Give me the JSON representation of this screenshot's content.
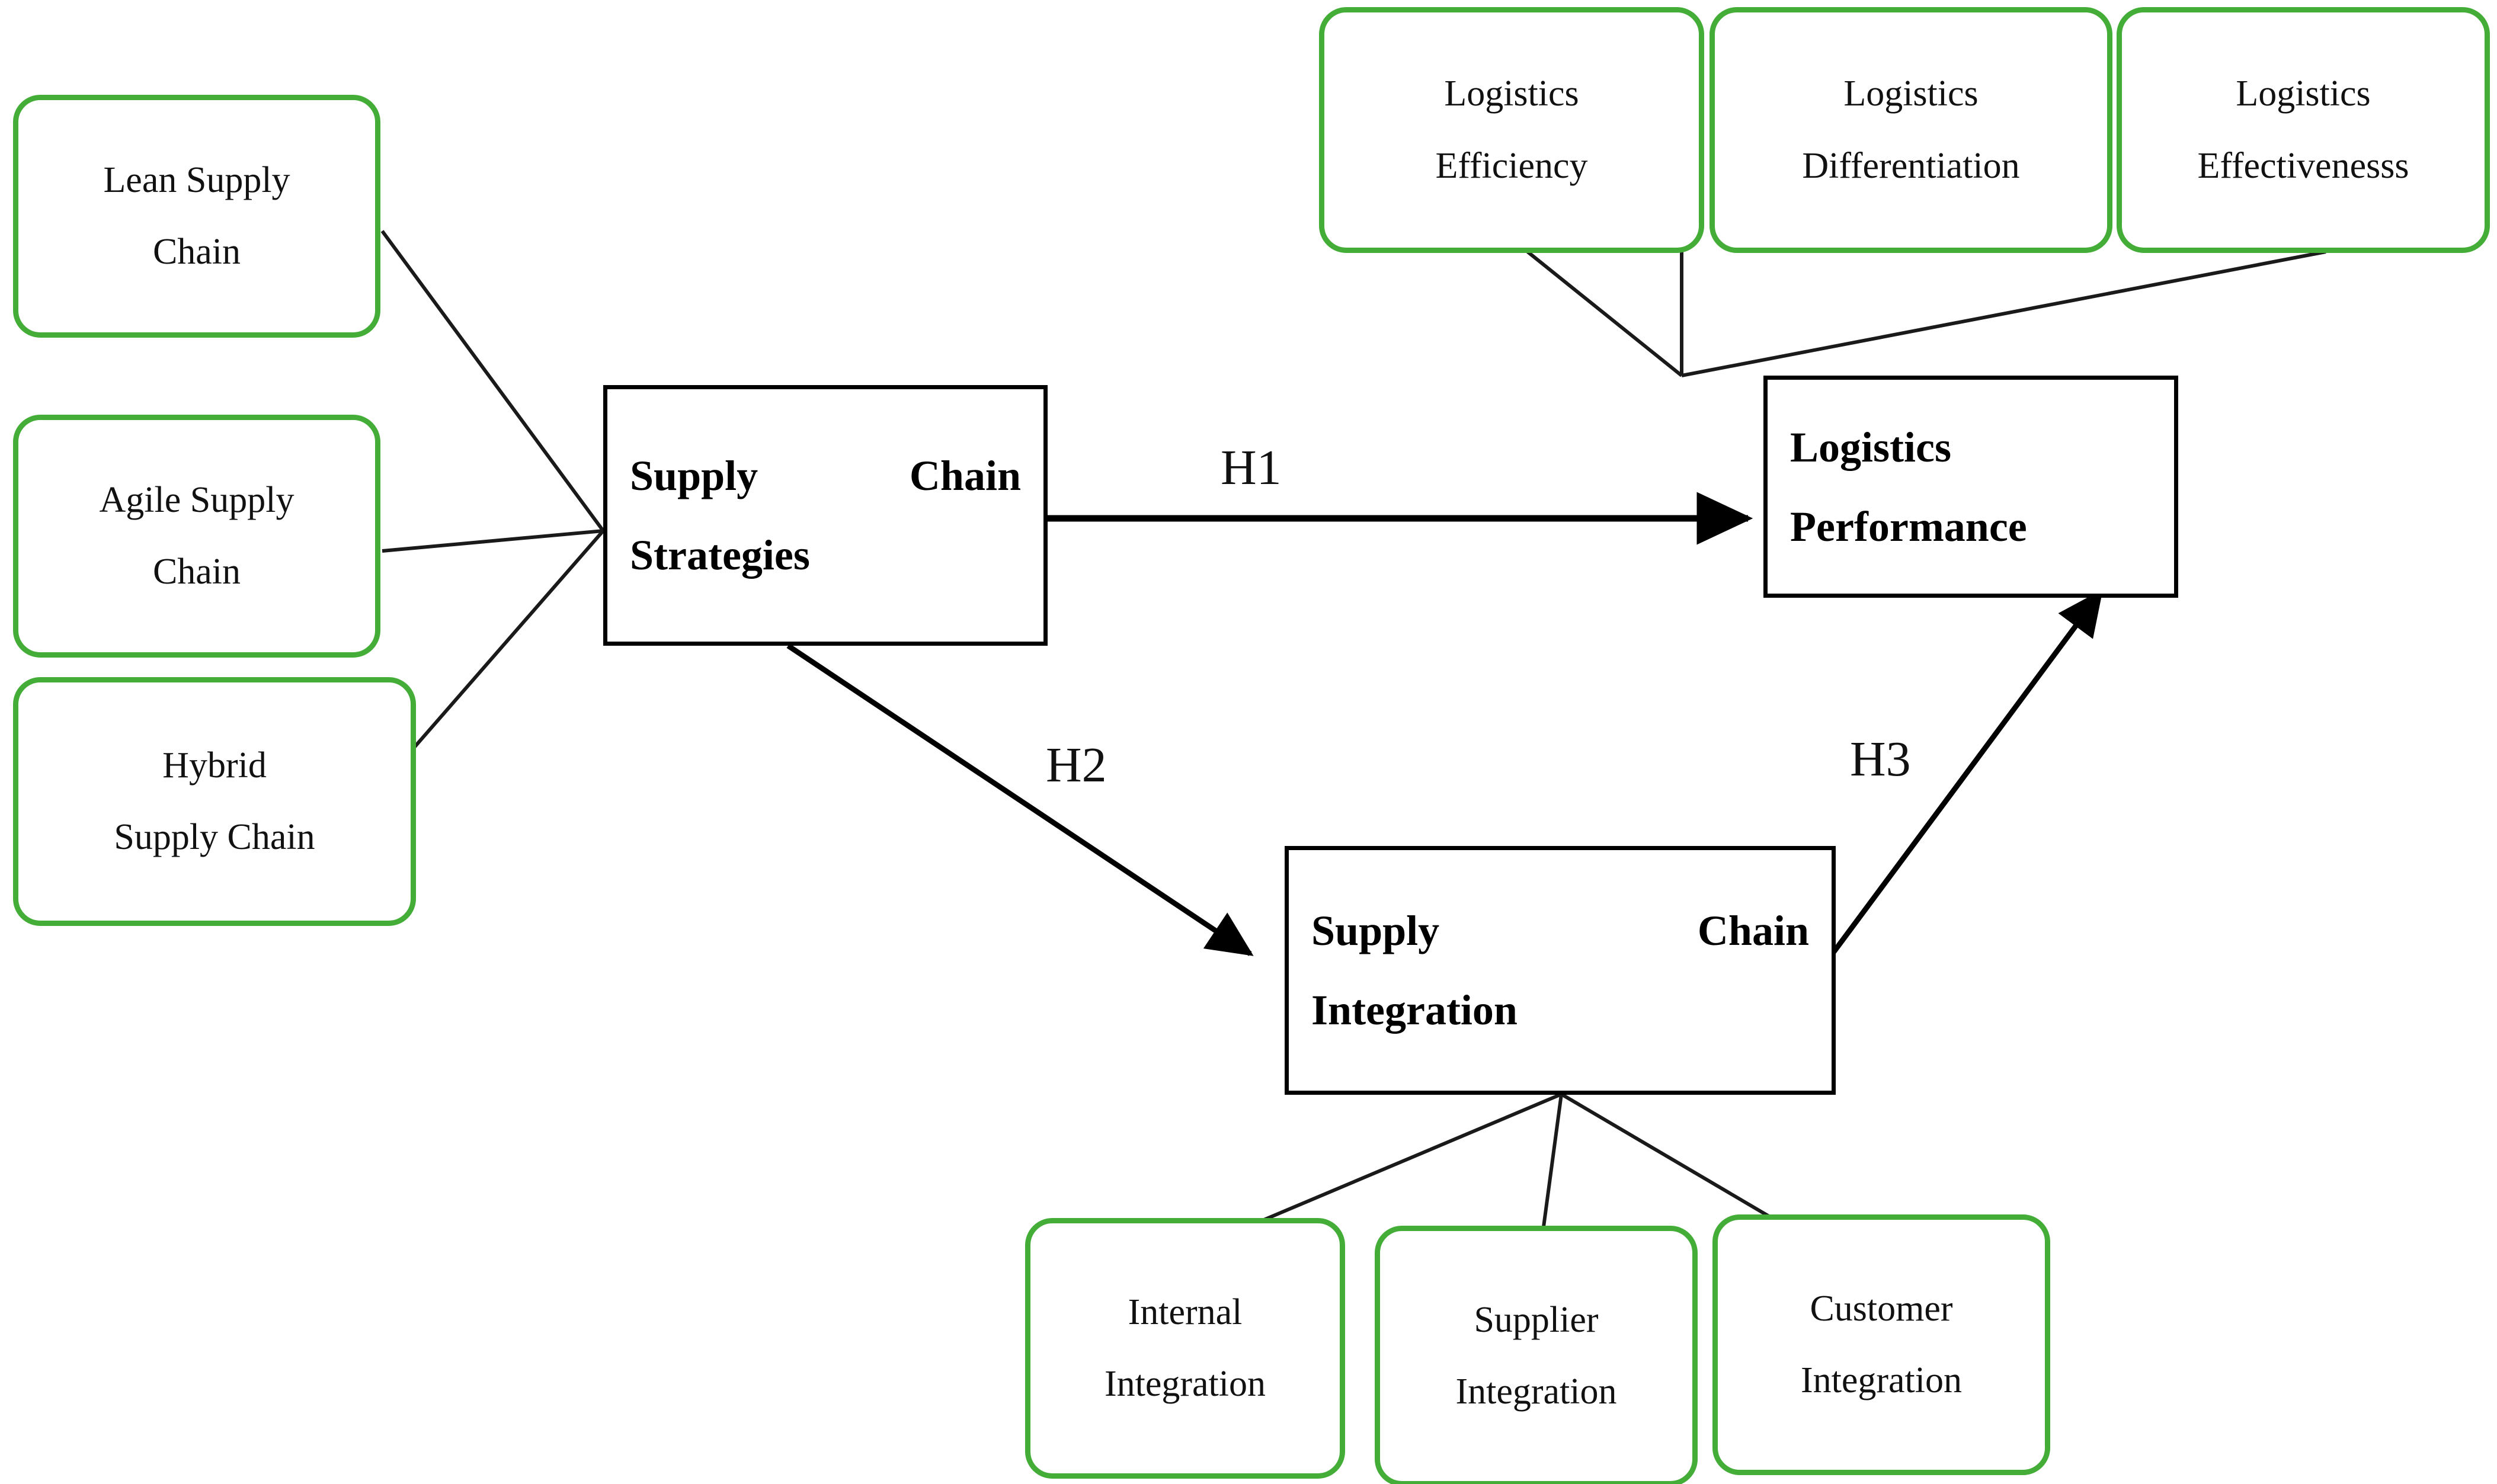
{
  "diagram": {
    "title": "Conceptual research model: supply chain strategies, supply chain integration and logistics performance",
    "colors": {
      "indicator_border": "#43ad38",
      "construct_border": "#000000",
      "line": "#1a1a1a",
      "background": "#ffffff"
    },
    "constructs": [
      {
        "id": "supply-chain-strategies",
        "line1_left": "Supply",
        "line1_right": "Chain",
        "line2": "Strategies"
      },
      {
        "id": "logistics-performance",
        "line1": "Logistics",
        "line2": "Performance"
      },
      {
        "id": "supply-chain-integration",
        "line1_left": "Supply",
        "line1_right": "Chain",
        "line2": "Integration"
      }
    ],
    "indicators": {
      "strategy_types": [
        {
          "id": "lean-supply-chain",
          "line1": "Lean Supply",
          "line2": "Chain"
        },
        {
          "id": "agile-supply-chain",
          "line1": "Agile Supply",
          "line2": "Chain"
        },
        {
          "id": "hybrid-supply-chain",
          "line1": "Hybrid",
          "line2": "Supply Chain"
        }
      ],
      "performance_dimensions": [
        {
          "id": "logistics-efficiency",
          "line1": "Logistics",
          "line2": "Efficiency"
        },
        {
          "id": "logistics-differentiation",
          "line1": "Logistics",
          "line2": "Differentiation"
        },
        {
          "id": "logistics-effectiveness",
          "line1": "Logistics",
          "line2": "Effectivenesss"
        }
      ],
      "integration_dimensions": [
        {
          "id": "internal-integration",
          "line1": "Internal",
          "line2": "Integration"
        },
        {
          "id": "supplier-integration",
          "line1": "Supplier",
          "line2": "Integration"
        },
        {
          "id": "customer-integration",
          "line1": "Customer",
          "line2": "Integration"
        }
      ]
    },
    "hypotheses": [
      {
        "id": "h1",
        "label": "H1",
        "from": "supply-chain-strategies",
        "to": "logistics-performance"
      },
      {
        "id": "h2",
        "label": "H2",
        "from": "supply-chain-strategies",
        "to": "supply-chain-integration"
      },
      {
        "id": "h3",
        "label": "H3",
        "from": "supply-chain-integration",
        "to": "logistics-performance"
      }
    ]
  }
}
